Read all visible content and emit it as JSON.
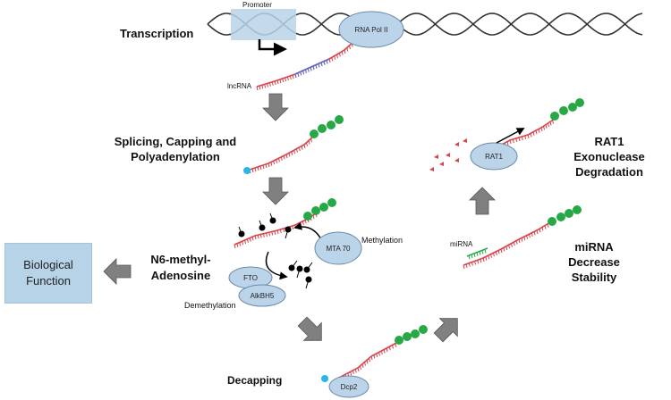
{
  "labels": {
    "transcription": "Transcription",
    "promoter": "Promoter",
    "rna_pol": "RNA Pol II",
    "lncrna": "lncRNA",
    "splicing": "Splicing, Capping and Polyadenylation",
    "n6": "N6-methyl-Adenosine",
    "methylation": "Methylation",
    "demethylation": "Demethylation",
    "mta70": "MTA 70",
    "fto": "FTO",
    "alkbh5": "AlkBH5",
    "biological_function": "Biological Function",
    "decapping": "Decapping",
    "dcp2": "Dcp2",
    "mirna": "miRNA",
    "mirna_decrease": "miRNA Decrease Stability",
    "rat1": "RAT1",
    "rat1_degradation": "RAT1 Exonuclease Degradation"
  },
  "colors": {
    "rna": "#d9434b",
    "lnc_blue": "#5b6ec9",
    "cap": "#2bb6e8",
    "polya": "#27a845",
    "enzyme_fill": "#bcd4ea",
    "enzyme_stroke": "#6a8aab",
    "arrow": "#808080",
    "box": "#b7d3e8",
    "helix": "#333333",
    "mirna": "#2ea84a"
  }
}
